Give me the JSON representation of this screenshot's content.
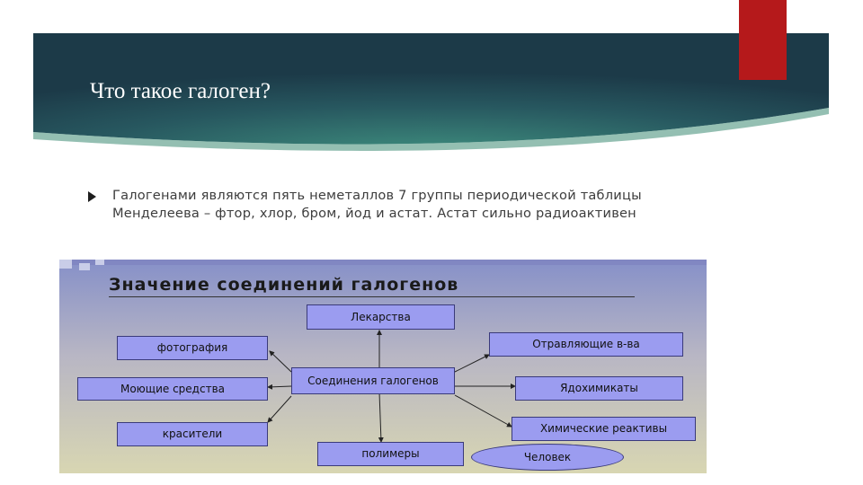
{
  "slide": {
    "title": "Что такое галоген?",
    "bullet_text": "Галогенами являются пять неметаллов 7 группы периодической таблицы Менделеева – фтор, хлор, бром, йод и астат. Астат сильно радиоактивен"
  },
  "diagram": {
    "title": "Значение соединений галогенов",
    "center": "Соединения галогенов",
    "nodes": {
      "medicines": "Лекарства",
      "photography": "фотография",
      "detergents": "Моющие средства",
      "dyes": "красители",
      "polymers": "полимеры",
      "poisons": "Отравляющие в-ва",
      "pesticides": "Ядохимикаты",
      "chem_reagents": "Химические реактивы",
      "human": "Человек"
    }
  },
  "colors": {
    "banner_dark": "#1e3b4a",
    "banner_light": "#3d8a7c",
    "red_tab": "#b5191b",
    "node_fill": "#9b9cf0"
  }
}
